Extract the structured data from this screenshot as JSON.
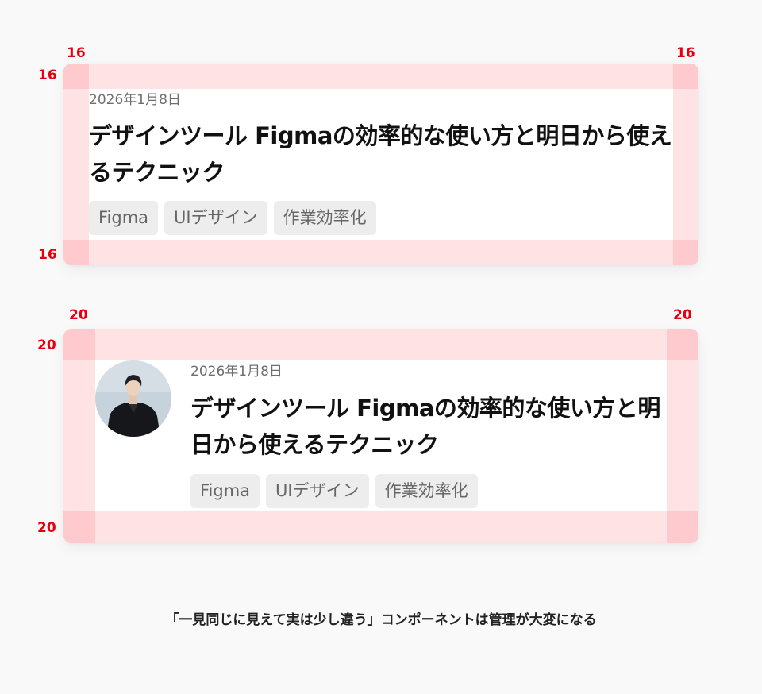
{
  "colors": {
    "background": "#f9f9f9",
    "padding_highlight": "#ff525f",
    "dimension_label": "#e5000d",
    "tag_background": "#ededed"
  },
  "card_compact": {
    "padding_labels": {
      "left": "16",
      "right": "16",
      "top": "16",
      "bottom": "16"
    },
    "date": "2026年1月8日",
    "title": "デザインツール Figmaの効率的な使い方と明日から使えるテクニック",
    "tags": [
      "Figma",
      "UIデザイン",
      "作業効率化"
    ]
  },
  "card_avatar": {
    "padding_labels": {
      "left": "20",
      "right": "20",
      "top": "20",
      "bottom": "20"
    },
    "avatar_icon": "person-photo",
    "date": "2026年1月8日",
    "title": "デザインツール Figmaの効率的な使い方と明日から使えるテクニック",
    "tags": [
      "Figma",
      "UIデザイン",
      "作業効率化"
    ]
  },
  "caption": "「一見同じに見えて実は少し違う」コンポーネントは管理が大変になる"
}
